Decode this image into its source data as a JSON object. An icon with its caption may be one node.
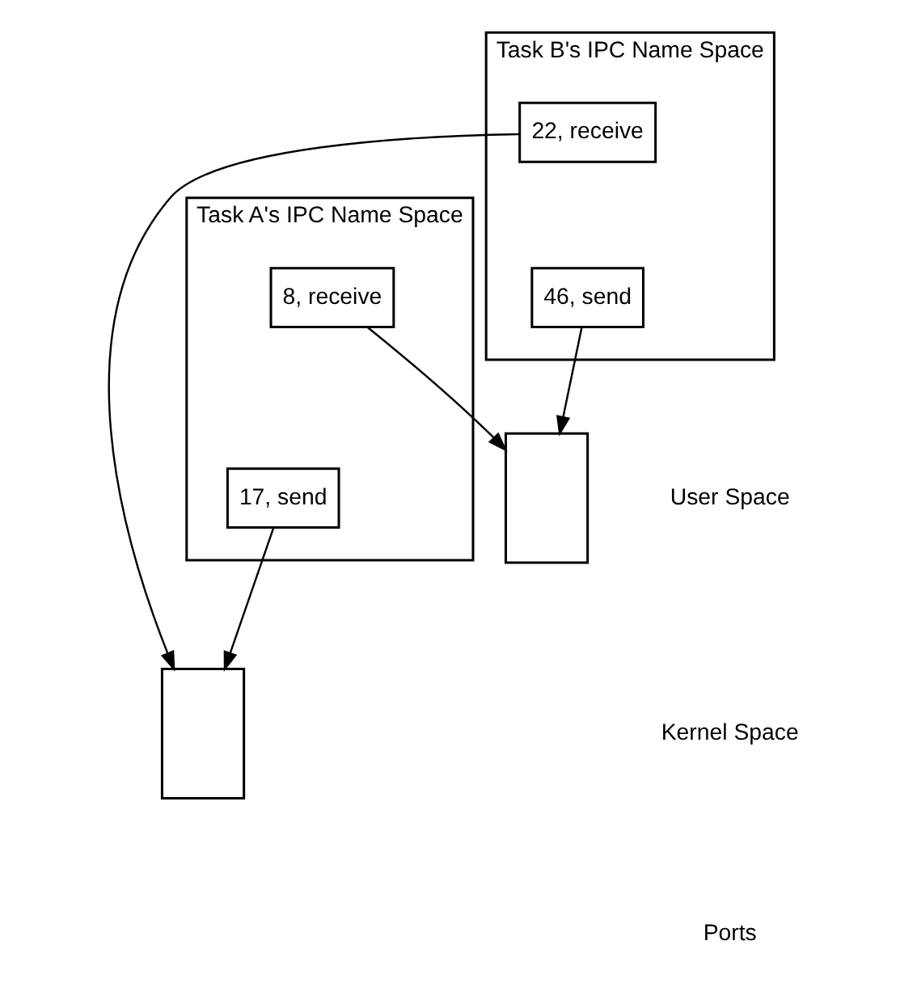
{
  "diagram": {
    "nodes": [
      {
        "text": [
          "Task A's IPC Name Space"
        ]
      },
      {
        "text": [
          "8, receive"
        ],
        "in": 0
      },
      {
        "text": [
          "17, send"
        ],
        "in": 0
      },
      {
        "text": [
          "Task B's IPC Name Space"
        ]
      },
      {
        "text": [
          "22, receive"
        ],
        "in": 3
      },
      {
        "text": [
          "46, send"
        ],
        "in": 3
      },
      {
        "text": [],
        "shape": "box"
      },
      {
        "text": [],
        "shape": "box"
      }
    ],
    "edges": [
      {
        "from": 1,
        "to": 6,
        "arrow": "to"
      },
      {
        "from": 2,
        "to": 7,
        "arrow": "to"
      },
      {
        "from": 4,
        "to": 7,
        "arrow": "to"
      },
      {
        "from": 5,
        "to": 6,
        "arrow": "to"
      }
    ],
    "labels": [
      "User Space",
      "Kernel Space",
      "Ports"
    ]
  }
}
